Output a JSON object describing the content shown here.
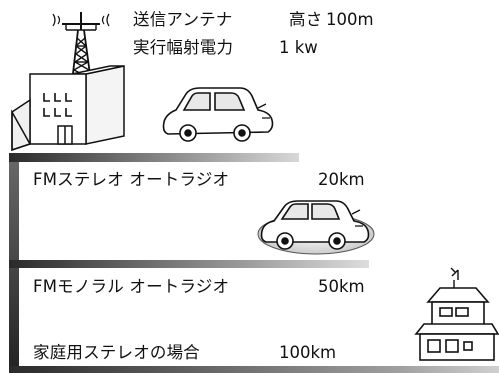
{
  "transmitter": {
    "label": "送信アンテナ",
    "height_label": "高さ",
    "height_value": "100m",
    "power_label": "実行幅射電力",
    "power_value": "1 kw"
  },
  "reception": [
    {
      "label": "FMステレオ オートラジオ",
      "distance": "20km"
    },
    {
      "label": "FMモノラル オートラジオ",
      "distance": "50km"
    },
    {
      "label": "家庭用ステレオの場合",
      "distance": "100km"
    }
  ],
  "colors": {
    "ink": "#111111",
    "bar_dark": "#2a2a2a",
    "bar_light": "#cfcfcf"
  }
}
